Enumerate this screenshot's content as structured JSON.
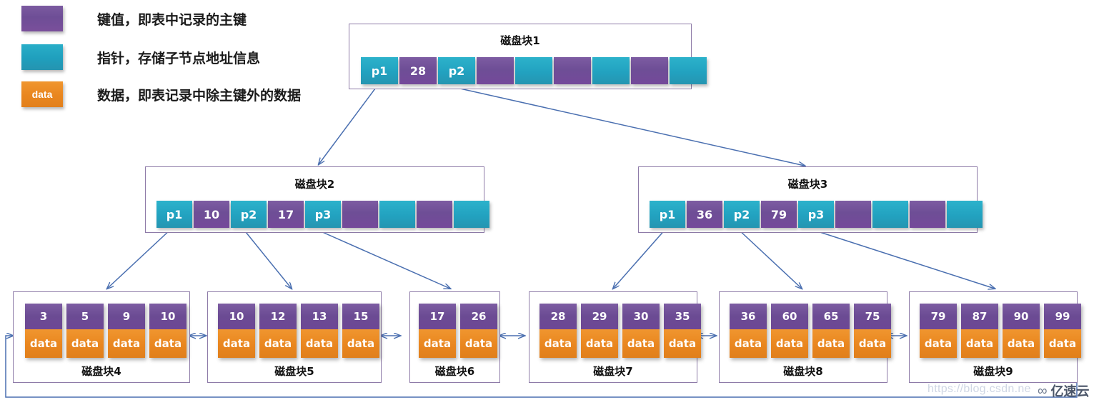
{
  "legend": {
    "items": [
      {
        "swatch": "key-color-swatch",
        "swatch_label": "",
        "text": "键值，即表中记录的主键",
        "color": "#6e4e96"
      },
      {
        "swatch": "pointer-color-swatch",
        "swatch_label": "",
        "text": "指针，存储子节点地址信息",
        "color": "#22a2c0"
      },
      {
        "swatch": "data-color-swatch",
        "swatch_label": "data",
        "text": "数据，即表记录中除主键外的数据",
        "color": "#e9861f"
      }
    ]
  },
  "internal_nodes": [
    {
      "id": "disk-block-1",
      "title": "磁盘块1",
      "cells": [
        {
          "type": "ptr",
          "label": "p1"
        },
        {
          "type": "key",
          "label": "28"
        },
        {
          "type": "ptr",
          "label": "p2"
        },
        {
          "type": "key",
          "label": ""
        },
        {
          "type": "ptr",
          "label": ""
        },
        {
          "type": "key",
          "label": ""
        },
        {
          "type": "ptr",
          "label": ""
        },
        {
          "type": "key",
          "label": ""
        },
        {
          "type": "ptr",
          "label": ""
        }
      ]
    },
    {
      "id": "disk-block-2",
      "title": "磁盘块2",
      "cells": [
        {
          "type": "ptr",
          "label": "p1"
        },
        {
          "type": "key",
          "label": "10"
        },
        {
          "type": "ptr",
          "label": "p2"
        },
        {
          "type": "key",
          "label": "17"
        },
        {
          "type": "ptr",
          "label": "p3"
        },
        {
          "type": "key",
          "label": ""
        },
        {
          "type": "ptr",
          "label": ""
        },
        {
          "type": "key",
          "label": ""
        },
        {
          "type": "ptr",
          "label": ""
        }
      ]
    },
    {
      "id": "disk-block-3",
      "title": "磁盘块3",
      "cells": [
        {
          "type": "ptr",
          "label": "p1"
        },
        {
          "type": "key",
          "label": "36"
        },
        {
          "type": "ptr",
          "label": "p2"
        },
        {
          "type": "key",
          "label": "79"
        },
        {
          "type": "ptr",
          "label": "p3"
        },
        {
          "type": "key",
          "label": ""
        },
        {
          "type": "ptr",
          "label": ""
        },
        {
          "type": "key",
          "label": ""
        },
        {
          "type": "ptr",
          "label": ""
        }
      ]
    }
  ],
  "leaf_nodes": [
    {
      "id": "disk-block-4",
      "title": "磁盘块4",
      "keys": [
        "3",
        "5",
        "9",
        "10"
      ],
      "data_label": "data"
    },
    {
      "id": "disk-block-5",
      "title": "磁盘块5",
      "keys": [
        "10",
        "12",
        "13",
        "15"
      ],
      "data_label": "data"
    },
    {
      "id": "disk-block-6",
      "title": "磁盘块6",
      "keys": [
        "17",
        "26"
      ],
      "data_label": "data"
    },
    {
      "id": "disk-block-7",
      "title": "磁盘块7",
      "keys": [
        "28",
        "29",
        "30",
        "35"
      ],
      "data_label": "data"
    },
    {
      "id": "disk-block-8",
      "title": "磁盘块8",
      "keys": [
        "36",
        "60",
        "65",
        "75"
      ],
      "data_label": "data"
    },
    {
      "id": "disk-block-9",
      "title": "磁盘块9",
      "keys": [
        "79",
        "87",
        "90",
        "99"
      ],
      "data_label": "data"
    }
  ],
  "watermark": {
    "csdn": "https://blog.csdn.ne",
    "logo_text": "亿速云",
    "logo_glyph": "∞"
  },
  "colors": {
    "key_purple": "#6e4e96",
    "pointer_cyan": "#22a2c0",
    "data_orange": "#e9861f",
    "node_border": "#8e7ba8",
    "arrow": "#4a6fb0"
  }
}
